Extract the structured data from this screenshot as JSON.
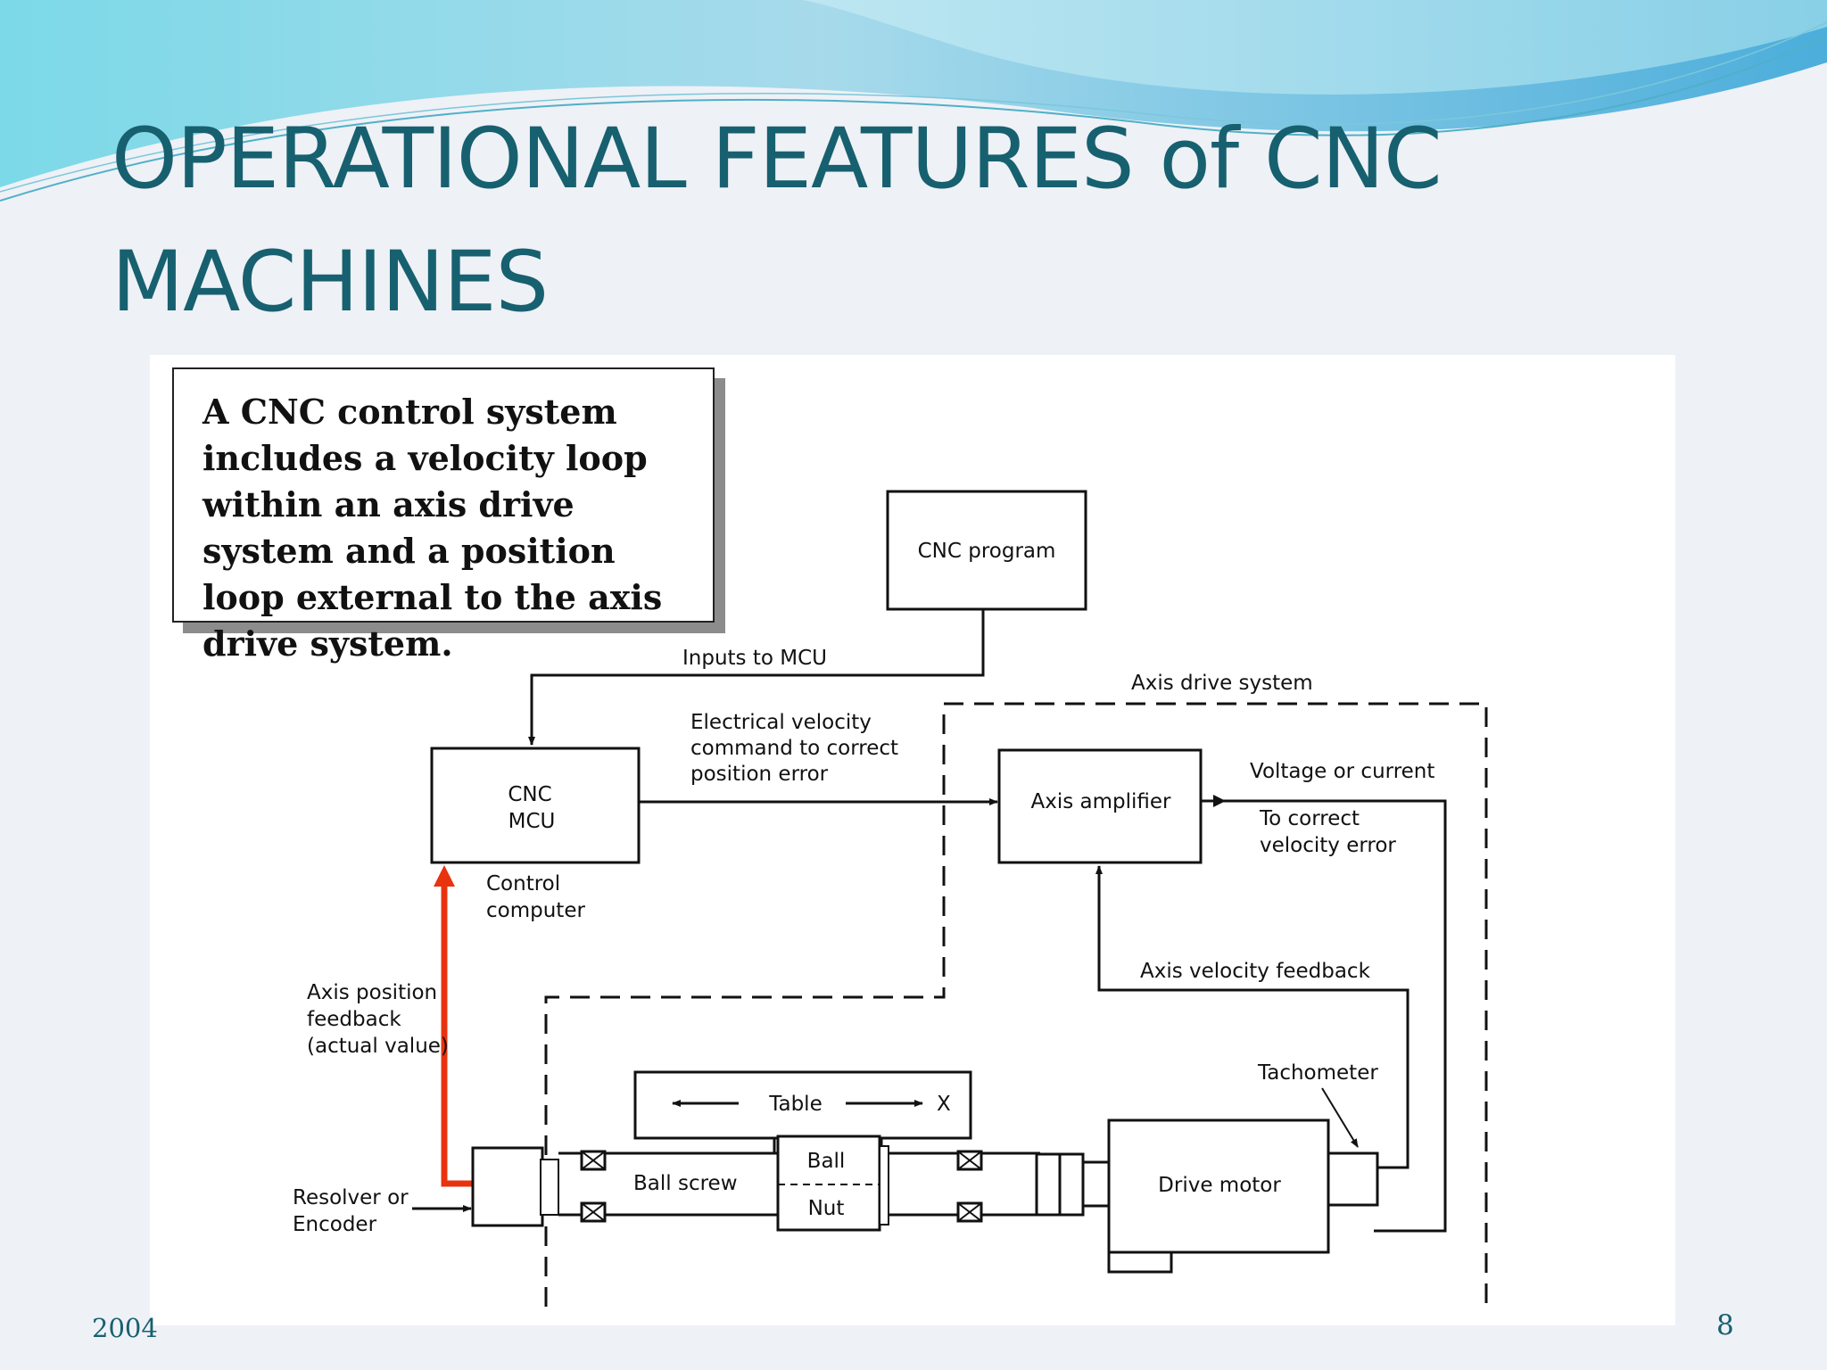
{
  "slide": {
    "title_line1": "OPERATIONAL FEATURES of CNC",
    "title_line2": "MACHINES",
    "footer_year": "2004",
    "slide_number": "8",
    "colors": {
      "title": "#17606f",
      "feedback_arrow": "#e8330f",
      "wave": "#7ec8e0"
    }
  },
  "callout": {
    "text": "A CNC control system includes a velocity loop within an axis drive system and a position loop external to the axis drive system."
  },
  "diagram": {
    "cnc_program": "CNC program",
    "inputs_to_mcu": "Inputs to MCU",
    "axis_drive_system": "Axis drive system",
    "velocity_command_l1": "Electrical velocity",
    "velocity_command_l2": "command to correct",
    "velocity_command_l3": "position error",
    "mcu_l1": "CNC",
    "mcu_l2": "MCU",
    "control_computer_l1": "Control",
    "control_computer_l2": "computer",
    "axis_amplifier": "Axis amplifier",
    "voltage_or_current": "Voltage or current",
    "to_correct_l1": "To correct",
    "to_correct_l2": "velocity error",
    "axis_velocity_feedback": "Axis velocity feedback",
    "axis_position_l1": "Axis position",
    "axis_position_l2": "feedback",
    "axis_position_l3": "(actual value)",
    "tachometer": "Tachometer",
    "table": "Table",
    "x_axis": "X",
    "ball": "Ball",
    "nut": "Nut",
    "ball_screw": "Ball screw",
    "drive_motor": "Drive motor",
    "resolver_l1": "Resolver or",
    "resolver_l2": "Encoder"
  }
}
